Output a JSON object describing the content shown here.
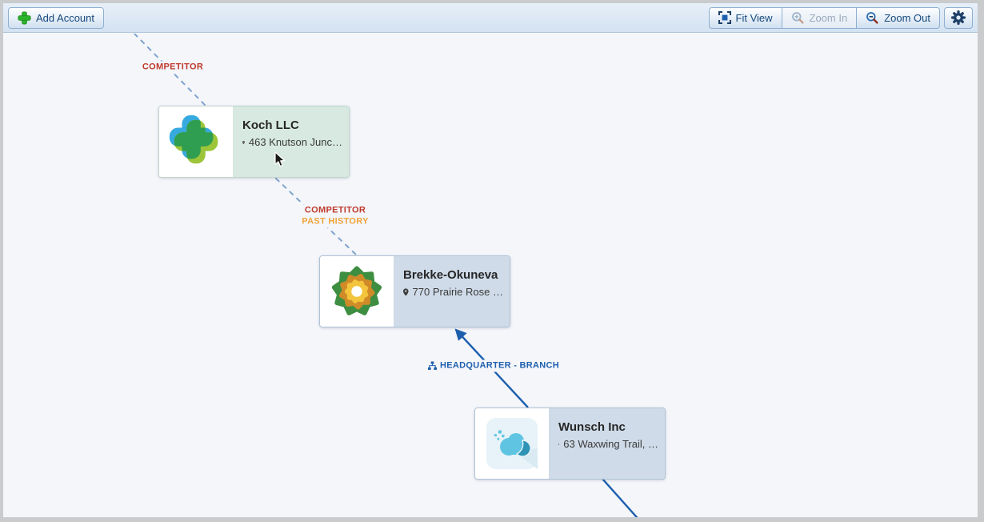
{
  "toolbar": {
    "add_account": "Add Account",
    "fit_view": "Fit View",
    "zoom_in": "Zoom In",
    "zoom_out": "Zoom Out",
    "zoom_in_enabled": false,
    "settings_icon": "gear-icon"
  },
  "graph": {
    "nodes": [
      {
        "name": "Koch LLC",
        "address": "463 Knutson Junc…",
        "logo": "cross-plus-logo",
        "tint": "#d7e9e0"
      },
      {
        "name": "Brekke-Okuneva",
        "address": "770 Prairie Rose …",
        "logo": "flower-logo",
        "tint": "#cfdbe8"
      },
      {
        "name": "Wunsch Inc",
        "address": "63 Waxwing Trail, …",
        "logo": "cloud-logo",
        "tint": "#cfdbe8"
      }
    ],
    "edges": [
      {
        "style": "dashed",
        "from": "(offscreen top)",
        "to": "Koch LLC",
        "labels": [
          {
            "text": "COMPETITOR",
            "color": "#c0392b"
          }
        ]
      },
      {
        "style": "dashed",
        "from": "Koch LLC",
        "to": "Brekke-Okuneva",
        "labels": [
          {
            "text": "COMPETITOR",
            "color": "#c0392b"
          },
          {
            "text": "PAST HISTORY",
            "color": "#f0a43a"
          }
        ]
      },
      {
        "style": "solid",
        "from": "Wunsch Inc",
        "to": "Brekke-Okuneva",
        "icon": "hierarchy-icon",
        "labels": [
          {
            "text": "HEADQUARTER - BRANCH",
            "color": "#1d5fae"
          }
        ]
      },
      {
        "style": "solid",
        "from": "Wunsch Inc",
        "to": "(offscreen bottom)",
        "labels": []
      }
    ]
  },
  "colors": {
    "toolbar_bg": "#dce8f5",
    "canvas_bg": "#f4f6fa",
    "button_text": "#17497c",
    "solid_edge": "#1d5fae",
    "dashed_edge": "#7fa3cc",
    "node_green_bg": "#d7e9e0",
    "node_blue_bg": "#cfdbe8",
    "frame": "#c9cbcd"
  }
}
